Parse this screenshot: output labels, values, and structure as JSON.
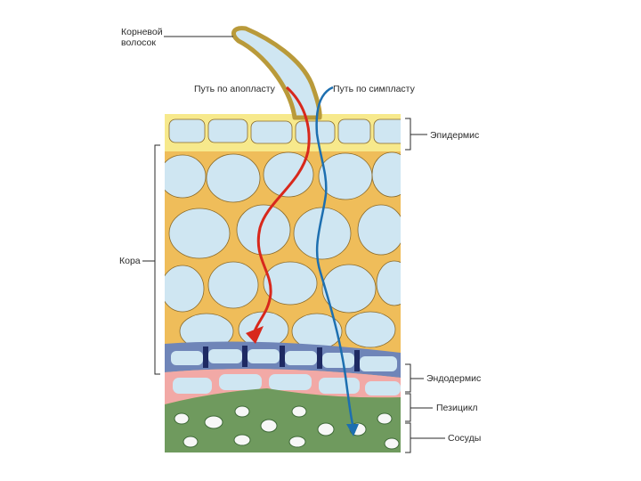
{
  "labels": {
    "root_hair_line1": "Корневой",
    "root_hair_line2": "волосок",
    "apoplast_path": "Путь по апопласту",
    "symplast_path": "Путь по симпласту",
    "epidermis": "Эпидермис",
    "cortex": "Кора",
    "endodermis": "Эндодермис",
    "pericycle": "Пезицикл",
    "vessels": "Сосуды"
  },
  "colors": {
    "cell_interior": "#cfe6f2",
    "cell_wall": "#efbd5a",
    "cell_wall_outline": "#8a6a2a",
    "epidermis_wall": "#f7e98c",
    "endodermis_wall": "#6f85b8",
    "casparian_strip": "#1e2a63",
    "pericycle": "#f2a9a6",
    "xylem_tissue": "#6f9a5e",
    "xylem_wall": "#3f6a38",
    "apoplast_arrow": "#d8281c",
    "symplast_arrow": "#1d6fb0",
    "label_text": "#2a2a2a"
  }
}
